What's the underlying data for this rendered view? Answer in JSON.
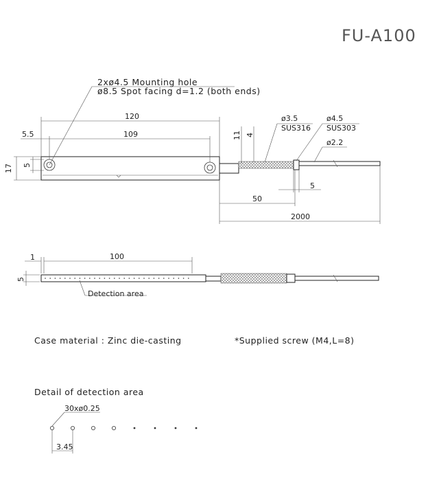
{
  "title": "FU-A100",
  "callouts": {
    "mounting_hole": "2xø4.5 Mounting hole",
    "spot_facing": "ø8.5 Spot facing d=1.2 (both ends)",
    "sleeve1_dia": "ø3.5",
    "sleeve1_mat": "SUS316",
    "sleeve2_dia": "ø4.5",
    "sleeve2_mat": "SUS303",
    "fiber_dia": "ø2.2",
    "detection_area": "Detection area"
  },
  "dims_top": {
    "total_len": "120",
    "hole_pitch": "109",
    "hole_offset": "5.5",
    "height": "17",
    "hole_height": "5",
    "dim_11": "11",
    "dim_4": "4",
    "dim_5": "5",
    "dim_50": "50",
    "dim_2000": "2000"
  },
  "dims_side": {
    "dim_1": "1",
    "dim_100": "100",
    "dim_5": "5"
  },
  "notes": {
    "case_material": "Case material : Zinc die-casting",
    "supplied_screw": "*Supplied screw (M4,L=8)",
    "detail_heading": "Detail of detection area",
    "detail_holes": "30xø0.25",
    "detail_pitch": "3.45"
  }
}
